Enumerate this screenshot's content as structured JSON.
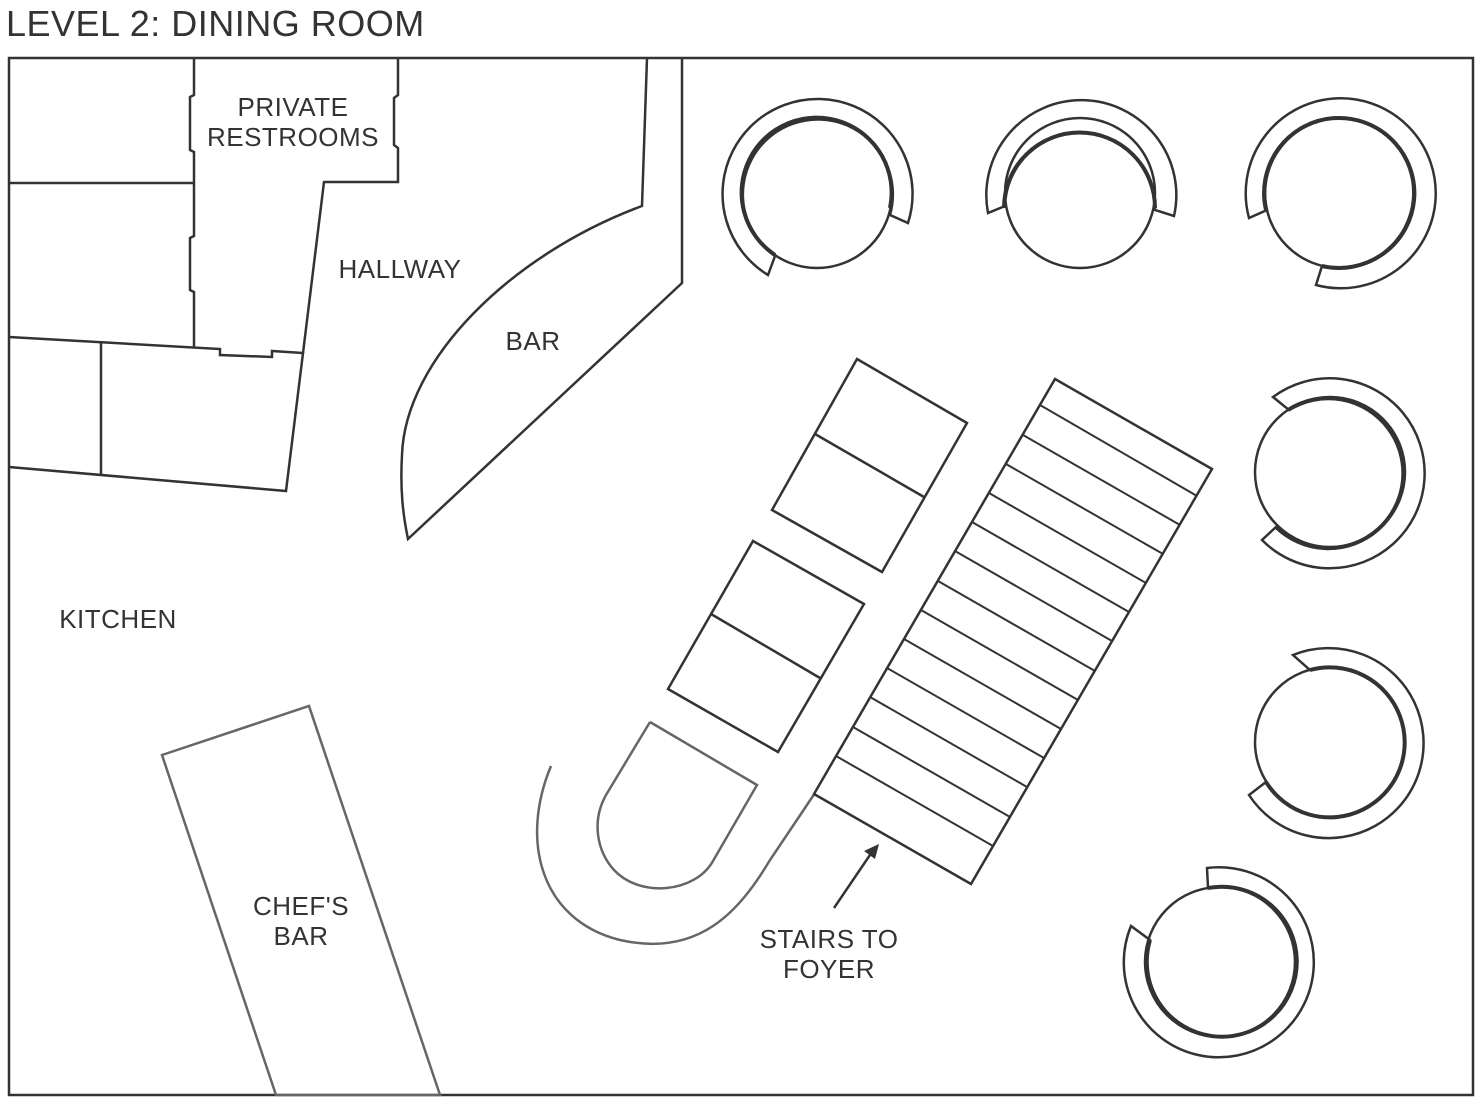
{
  "title": "LEVEL 2: DINING ROOM",
  "rooms": {
    "private_restrooms": [
      "PRIVATE",
      "RESTROOMS"
    ],
    "hallway": "HALLWAY",
    "bar": "BAR",
    "kitchen": "KITCHEN",
    "chefs_bar": [
      "CHEF'S",
      "BAR"
    ],
    "stairs": [
      "STAIRS TO",
      "FOYER"
    ]
  },
  "colors": {
    "line": "#333333",
    "background": "#ffffff"
  }
}
